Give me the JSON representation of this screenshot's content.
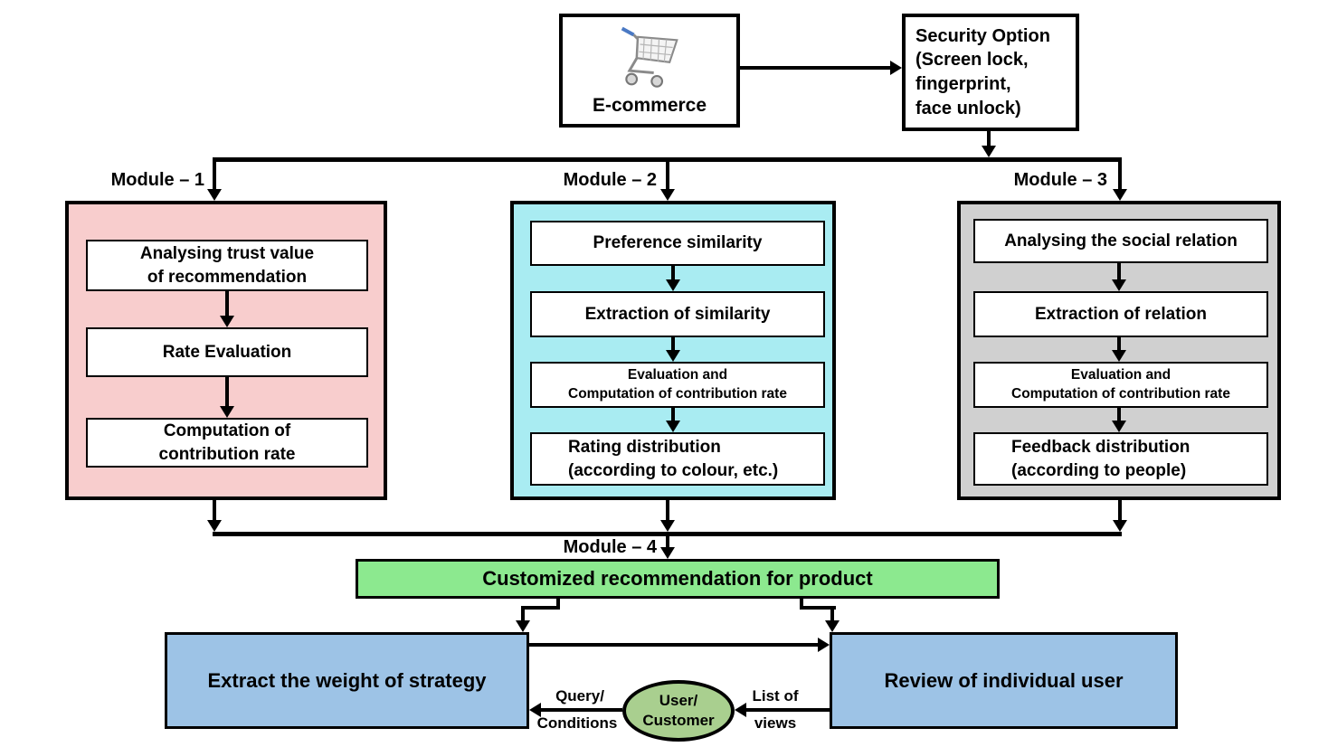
{
  "top": {
    "ecommerce": {
      "label": "E-commerce",
      "icon": "shopping-cart-icon"
    },
    "security": {
      "lines": [
        "Security Option",
        "(Screen lock,",
        "fingerprint,",
        "face unlock)"
      ]
    }
  },
  "modules": [
    {
      "label": "Module – 1",
      "fill": "#F8CDCD",
      "steps": [
        {
          "lines": [
            "Analysing trust value",
            "of recommendation"
          ]
        },
        {
          "lines": [
            "Rate Evaluation"
          ]
        },
        {
          "lines": [
            "Computation of",
            "contribution rate"
          ]
        }
      ]
    },
    {
      "label": "Module – 2",
      "fill": "#A9ECF2",
      "steps": [
        {
          "lines": [
            "Preference similarity"
          ]
        },
        {
          "lines": [
            "Extraction of similarity"
          ]
        },
        {
          "lines": [
            "Evaluation and",
            "Computation of contribution rate"
          ]
        },
        {
          "lines": [
            "Rating distribution",
            "(according to colour, etc.)"
          ]
        }
      ]
    },
    {
      "label": "Module – 3",
      "fill": "#D0D0D0",
      "steps": [
        {
          "lines": [
            "Analysing the social relation"
          ]
        },
        {
          "lines": [
            "Extraction of relation"
          ]
        },
        {
          "lines": [
            "Evaluation and",
            "Computation of contribution rate"
          ]
        },
        {
          "lines": [
            "Feedback distribution",
            "(according to people)"
          ]
        }
      ]
    }
  ],
  "module4": {
    "label": "Module – 4",
    "box_label": "Customized recommendation for product",
    "fill": "#8CE98F"
  },
  "bottom": {
    "extract_box": {
      "label": "Extract the weight of strategy",
      "fill": "#9DC3E6"
    },
    "review_box": {
      "label": "Review of individual user",
      "fill": "#9DC3E6"
    },
    "user_ellipse": {
      "lines": [
        "User/",
        "Customer"
      ],
      "fill": "#A9CF8F"
    },
    "query_label": {
      "lines": [
        "Query/",
        "Conditions"
      ]
    },
    "views_label": {
      "lines": [
        "List of",
        "views"
      ]
    }
  },
  "colors": {
    "line": "#000000",
    "background": "#FFFFFF"
  }
}
